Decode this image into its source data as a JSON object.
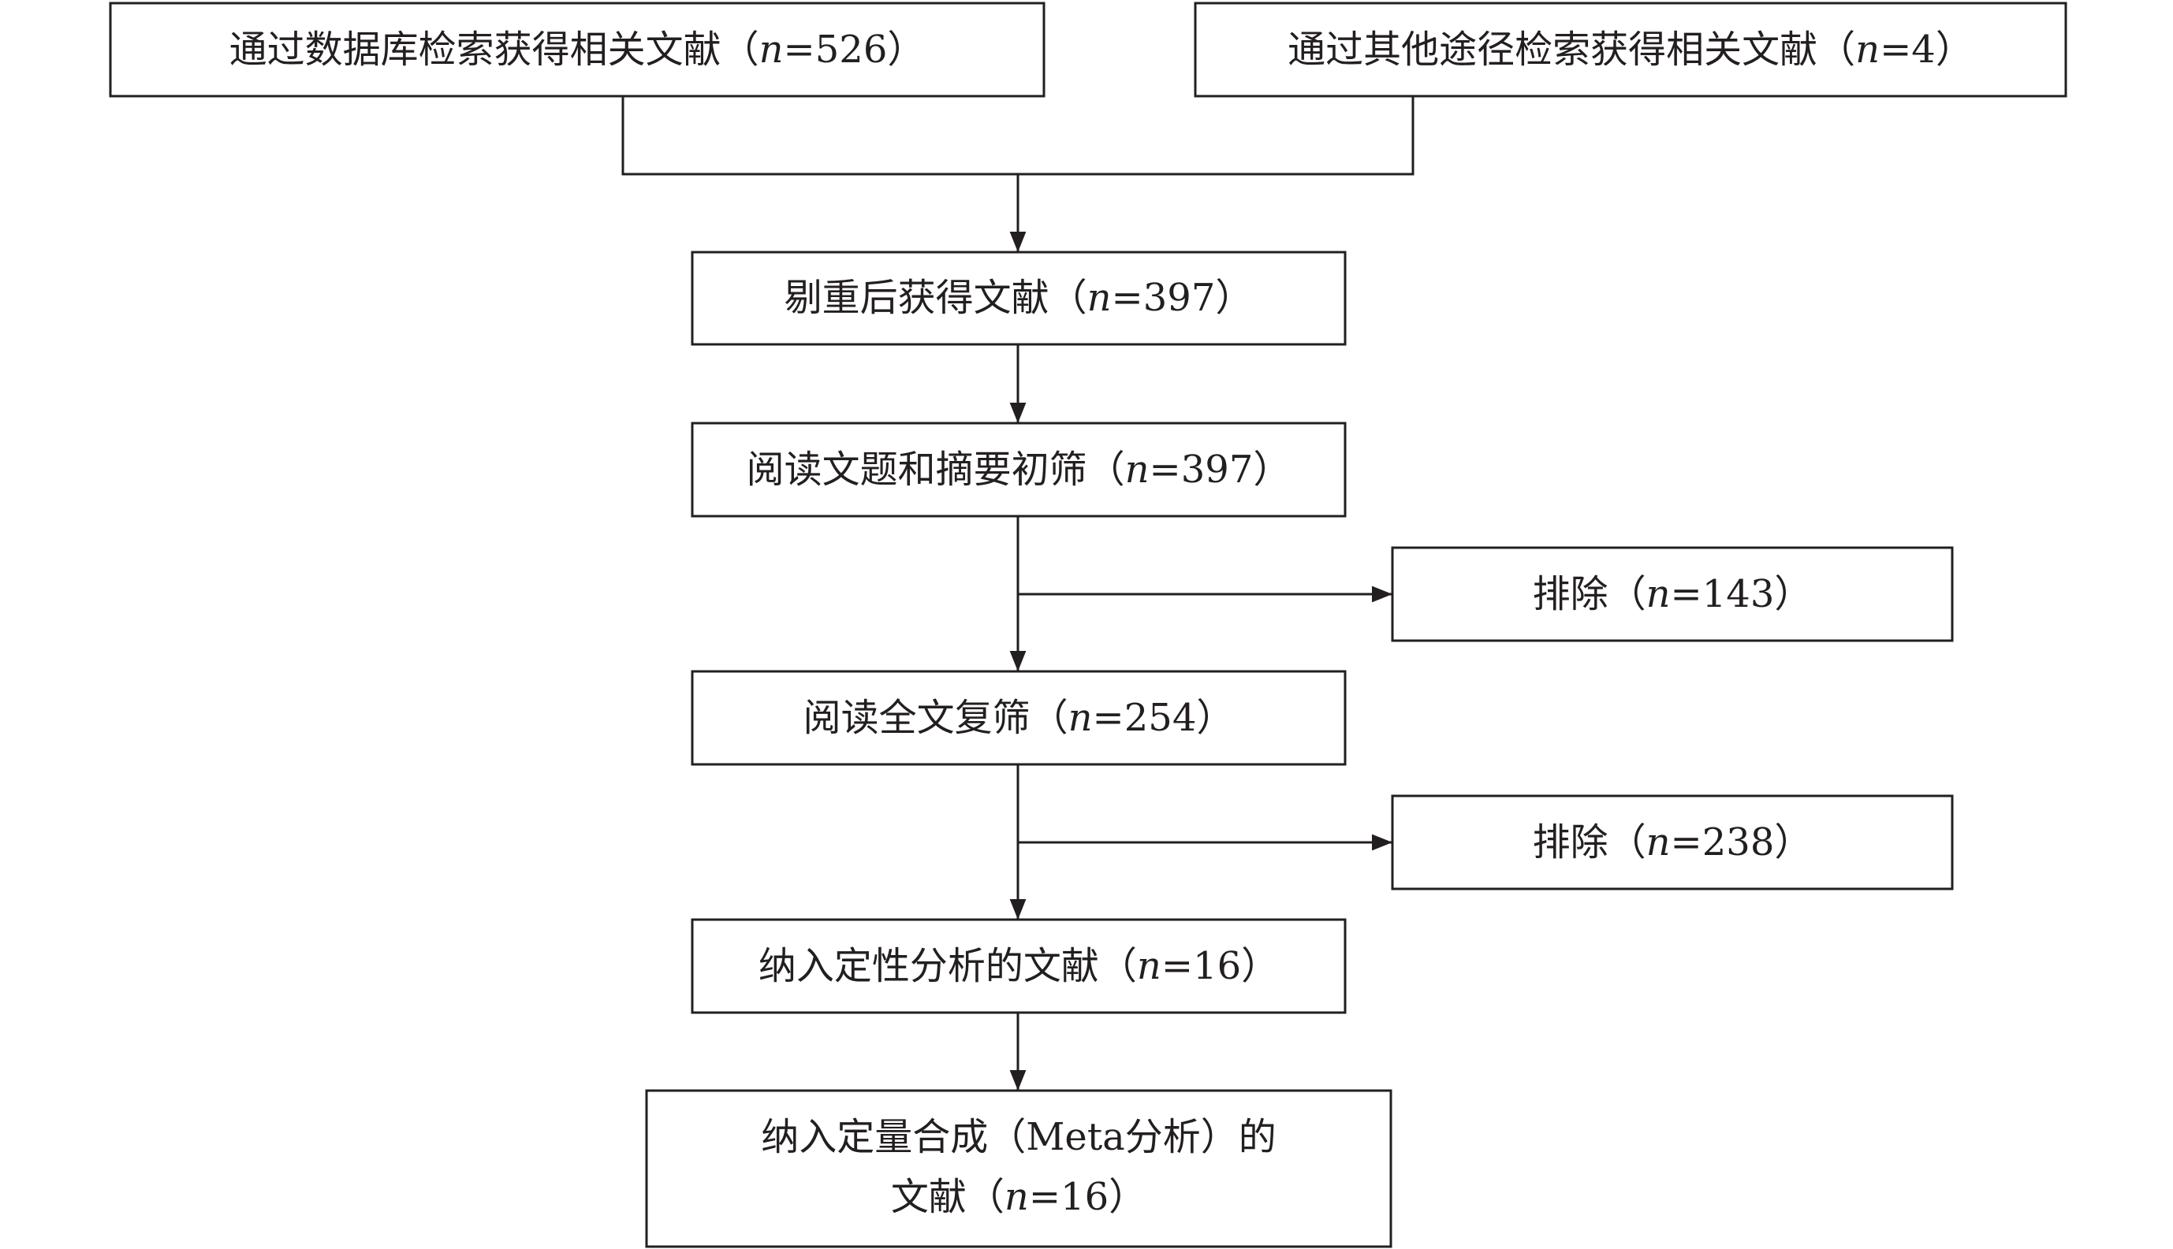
{
  "colors": {
    "stroke": "#231f20",
    "text": "#231f20",
    "background": "#ffffff"
  },
  "nodes": {
    "db_search": {
      "pre": "通过数据库检索获得相关文献（",
      "n": "n",
      "post": "=526）"
    },
    "other_search": {
      "pre": "通过其他途径检索获得相关文献（",
      "n": "n",
      "post": "=4）"
    },
    "dedup": {
      "pre": "剔重后获得文献（",
      "n": "n",
      "post": "=397）"
    },
    "title_abstract": {
      "pre": "阅读文题和摘要初筛（",
      "n": "n",
      "post": "=397）"
    },
    "exclude_1": {
      "pre": "排除（",
      "n": "n",
      "post": "=143）"
    },
    "full_text": {
      "pre": "阅读全文复筛（",
      "n": "n",
      "post": "=254）"
    },
    "exclude_2": {
      "pre": "排除（",
      "n": "n",
      "post": "=238）"
    },
    "qualitative": {
      "pre": "纳入定性分析的文献（",
      "n": "n",
      "post": "=16）"
    },
    "quantitative": {
      "line1": "纳入定量合成（Meta分析）的",
      "pre": "文献（",
      "n": "n",
      "post": "=16）"
    }
  }
}
